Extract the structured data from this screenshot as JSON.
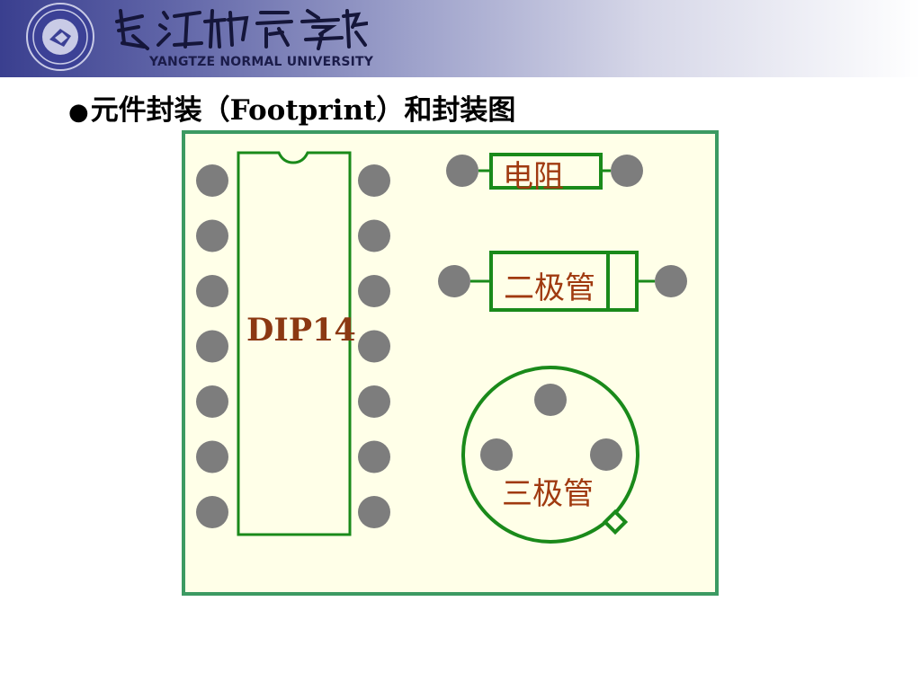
{
  "header": {
    "university_cn": "長江師範學院",
    "university_en": "YANGTZE NORMAL UNIVERSITY",
    "seal_icon": "university-seal-icon"
  },
  "slide": {
    "bullet": "●",
    "title": "元件封装（Footprint）和封装图"
  },
  "board": {
    "dip_label": "DIP14",
    "resistor_label": "电阻",
    "diode_label": "二极管",
    "transistor_label": "三极管",
    "pins_per_side": 7
  },
  "colors": {
    "outline": "#1a8a1a",
    "pad": "#7d7d7d",
    "label": "#a03a10",
    "board_bg": "#ffffe8",
    "board_border": "#3c9a62"
  }
}
